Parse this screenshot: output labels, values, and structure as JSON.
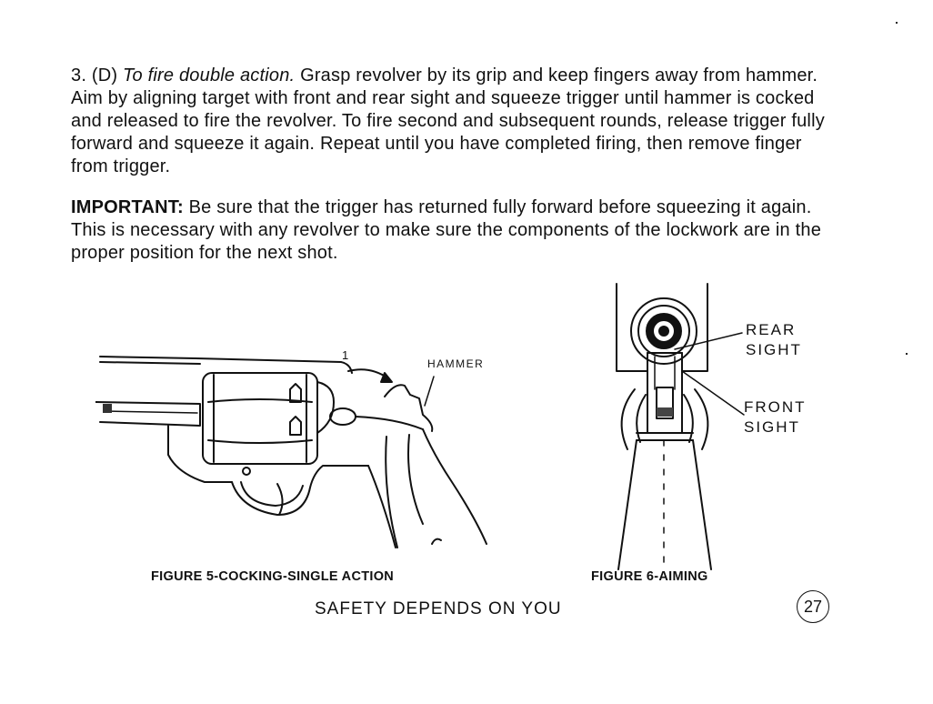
{
  "paragraph1": {
    "prefix": "3. (D) ",
    "emphasis": "To fire double action.",
    "body": " Grasp revolver by its grip and keep fingers away from hammer. Aim by aligning target with front and rear sight and squeeze trigger until hammer is cocked and released to fire the revolver. To fire second and subsequent rounds, release trigger fully forward and squeeze it again. Repeat until you have completed firing, then remove finger from trigger."
  },
  "paragraph2": {
    "label": "IMPORTANT:",
    "body": " Be sure that the trigger has returned fully forward before squeezing it again. This is necessary with any revolver to make sure the components of the lockwork are in the proper position for the next shot."
  },
  "figure5": {
    "callout_number": "1",
    "hammer_label": "HAMMER",
    "caption": "FIGURE 5-COCKING-SINGLE ACTION"
  },
  "figure6": {
    "rear_sight": [
      "REAR",
      "SIGHT"
    ],
    "front_sight": [
      "FRONT",
      "SIGHT"
    ],
    "caption": "FIGURE 6-AIMING"
  },
  "footer": "SAFETY DEPENDS ON YOU",
  "page_number": "27"
}
